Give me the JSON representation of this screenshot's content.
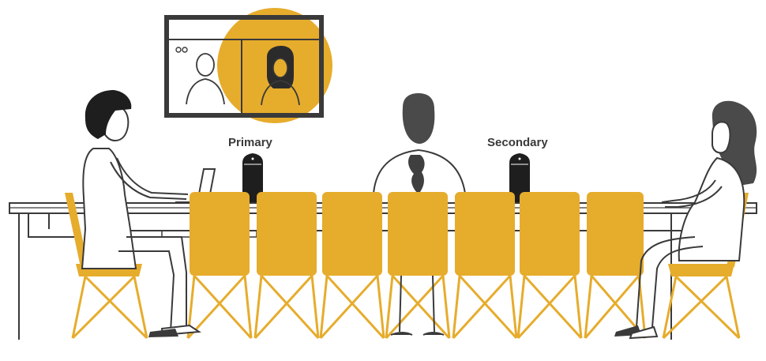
{
  "labels": {
    "primary": "Primary",
    "secondary": "Secondary"
  },
  "palette": {
    "accent_yellow": "#E6AC2C",
    "outline_dark": "#3A3A3A",
    "device_dark": "#1E1E1E",
    "hair_dark": "#2B2B2B"
  },
  "illustration": {
    "scene": "video-conference-meeting-room",
    "elements": [
      "wall-display",
      "conference-table",
      "primary-speaker-device",
      "secondary-speaker-device",
      "laptop",
      "chairs",
      "people"
    ]
  }
}
